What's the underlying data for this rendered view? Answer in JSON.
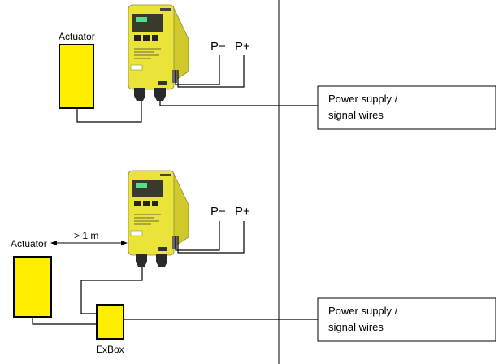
{
  "top": {
    "actuator_label": "Actuator",
    "p_minus": "P−",
    "p_plus": "P+",
    "power_label_line1": "Power supply /",
    "power_label_line2": "signal wires"
  },
  "bottom": {
    "actuator_label": "Actuator",
    "distance_label": "> 1 m",
    "p_minus": "P−",
    "p_plus": "P+",
    "exbox_label": "ExBox",
    "power_label_line1": "Power supply /",
    "power_label_line2": "signal wires"
  },
  "colors": {
    "actuator_fill": "#ffee00",
    "device_body": "#e9e33a",
    "device_dark": "#2a2a2a",
    "line": "#000000"
  }
}
